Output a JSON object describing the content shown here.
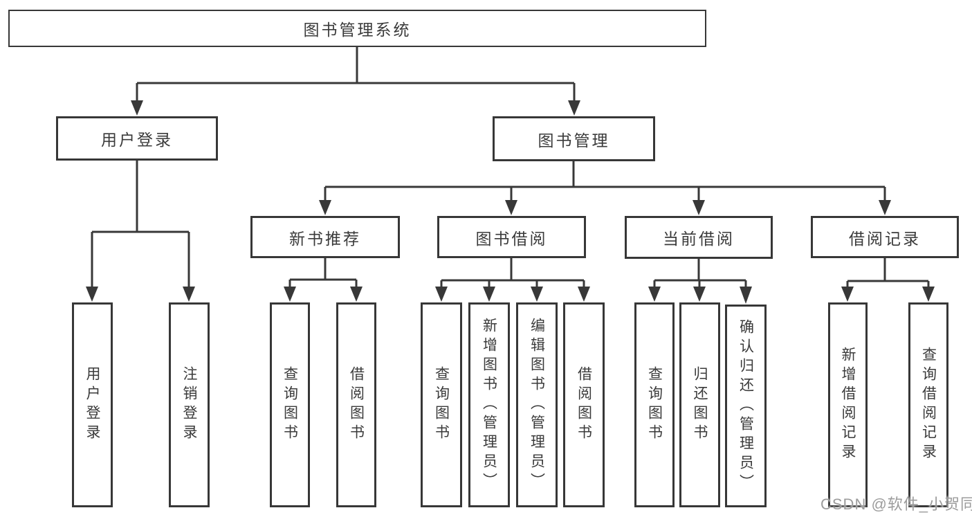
{
  "tree": {
    "root": "图书管理系统",
    "level2": [
      "用户登录",
      "图书管理"
    ],
    "level3": [
      "新书推荐",
      "图书借阅",
      "当前借阅",
      "借阅记录"
    ],
    "leaves": {
      "user": [
        "用户登录",
        "注销登录"
      ],
      "recommend": [
        "查询图书",
        "借阅图书"
      ],
      "borrow": [
        "查询图书",
        "新增图书（管理员）",
        "编辑图书（管理员）",
        "借阅图书"
      ],
      "current": [
        "查询图书",
        "归还图书",
        "确认归还（管理员）"
      ],
      "records": [
        "新增借阅记录",
        "查询借阅记录"
      ]
    }
  },
  "watermark": "CSDN @软件_小贺同学",
  "colors": {
    "line": "#383838",
    "border": "#373737",
    "text": "#3a3a3a",
    "watermark": "#9c9c9c",
    "background": "#ffffff"
  }
}
